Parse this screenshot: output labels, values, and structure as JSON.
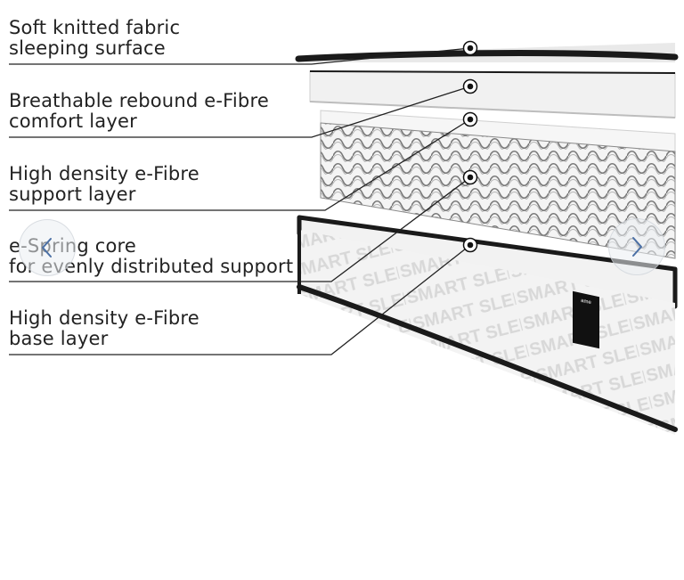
{
  "layers": [
    {
      "id": "surface",
      "lines": [
        "Soft knitted fabric",
        "sleeping surface"
      ]
    },
    {
      "id": "comfort",
      "lines": [
        "Breathable rebound e-Fibre",
        "comfort layer"
      ]
    },
    {
      "id": "support",
      "lines": [
        "High density e-Fibre",
        "support layer"
      ]
    },
    {
      "id": "spring",
      "lines": [
        "e-Spring core",
        "for evenly distributed support"
      ]
    },
    {
      "id": "base",
      "lines": [
        "High density e-Fibre",
        "base layer"
      ]
    }
  ],
  "mattress_print": "SMART SLEEP",
  "brand_tag": "ame",
  "nav": {
    "prev_icon": "chevron-left-icon",
    "next_icon": "chevron-right-icon"
  },
  "colors": {
    "accent": "#4a6fa5",
    "edge": "#1a1a1a",
    "line": "#222222"
  }
}
